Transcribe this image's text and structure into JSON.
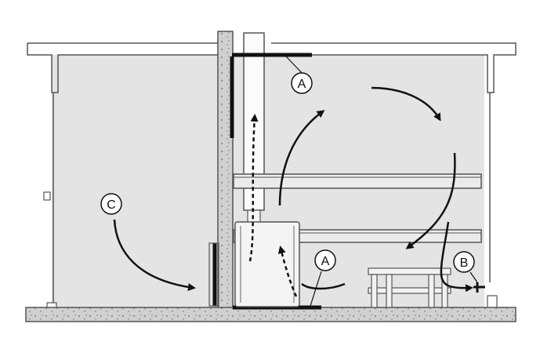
{
  "labels": {
    "a_upper": "A",
    "a_lower": "A",
    "b": "B",
    "c": "C"
  },
  "colors": {
    "room_fill": "#e3e3e3",
    "wall_fill": "#d2d2d2",
    "outline": "#555555",
    "arrow": "#111111",
    "background": "#ffffff"
  }
}
